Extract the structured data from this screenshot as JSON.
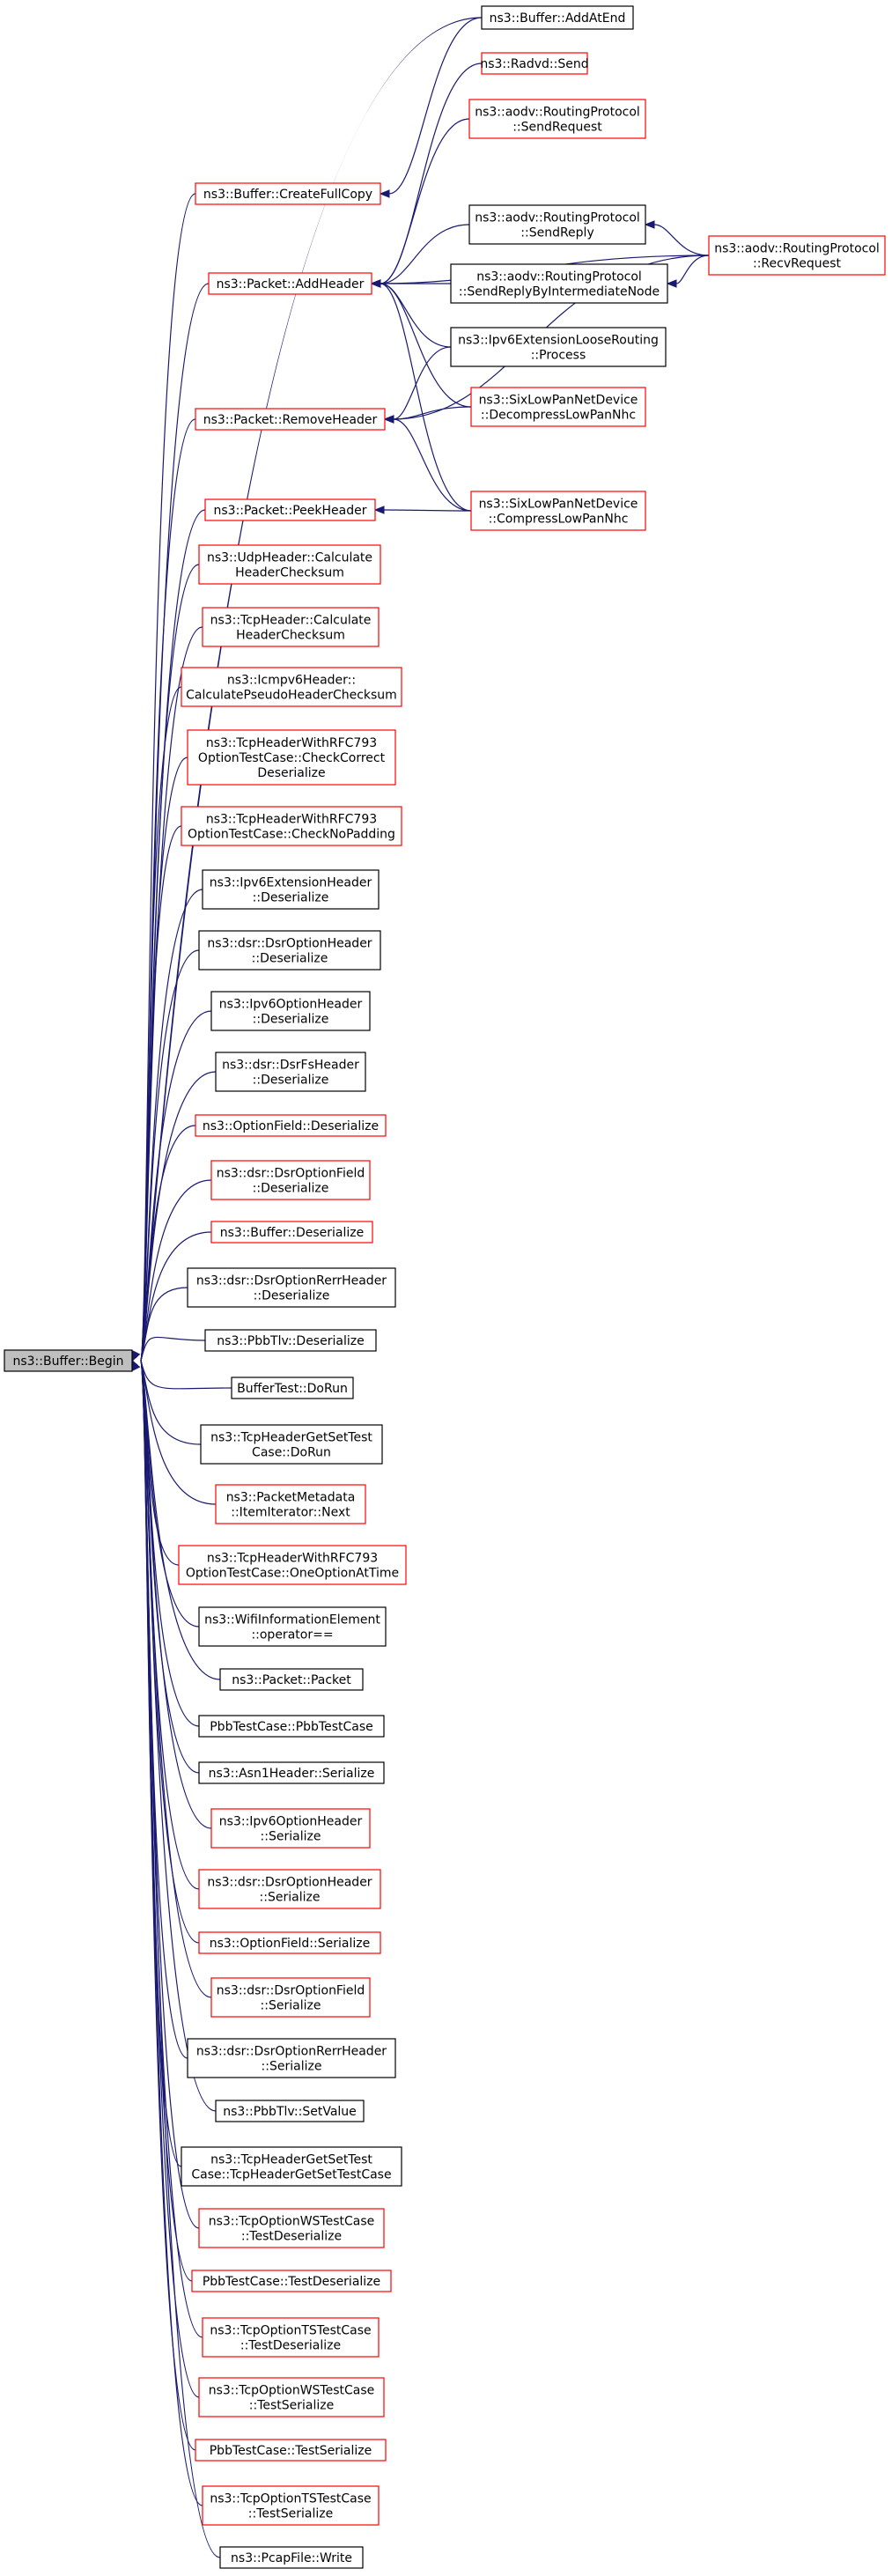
{
  "colors": {
    "edge": "#191970",
    "border_red": "#ff0000",
    "border_black": "#000000",
    "root_fill": "#bfbfbf"
  },
  "nodes": [
    {
      "id": "begin",
      "lines": [
        "ns3::Buffer::Begin"
      ],
      "border": "black",
      "root": true
    },
    {
      "id": "addatend",
      "lines": [
        "ns3::Buffer::AddAtEnd"
      ],
      "border": "black"
    },
    {
      "id": "radvd",
      "lines": [
        "ns3::Radvd::Send"
      ],
      "border": "red"
    },
    {
      "id": "sendrequest",
      "lines": [
        "ns3::aodv::RoutingProtocol",
        "::SendRequest"
      ],
      "border": "red"
    },
    {
      "id": "createfullcopy",
      "lines": [
        "ns3::Buffer::CreateFullCopy"
      ],
      "border": "red"
    },
    {
      "id": "sendreply",
      "lines": [
        "ns3::aodv::RoutingProtocol",
        "::SendReply"
      ],
      "border": "black"
    },
    {
      "id": "recvrequest",
      "lines": [
        "ns3::aodv::RoutingProtocol",
        "::RecvRequest"
      ],
      "border": "red"
    },
    {
      "id": "addheader",
      "lines": [
        "ns3::Packet::AddHeader"
      ],
      "border": "red"
    },
    {
      "id": "sendreplybyint",
      "lines": [
        "ns3::aodv::RoutingProtocol",
        "::SendReplyByIntermediateNode"
      ],
      "border": "black"
    },
    {
      "id": "ipv6extloose",
      "lines": [
        "ns3::Ipv6ExtensionLooseRouting",
        "::Process"
      ],
      "border": "black"
    },
    {
      "id": "removeheader",
      "lines": [
        "ns3::Packet::RemoveHeader"
      ],
      "border": "red"
    },
    {
      "id": "decompress",
      "lines": [
        "ns3::SixLowPanNetDevice",
        "::DecompressLowPanNhc"
      ],
      "border": "red"
    },
    {
      "id": "peekheader",
      "lines": [
        "ns3::Packet::PeekHeader"
      ],
      "border": "red"
    },
    {
      "id": "compress",
      "lines": [
        "ns3::SixLowPanNetDevice",
        "::CompressLowPanNhc"
      ],
      "border": "red"
    },
    {
      "id": "udpcalc",
      "lines": [
        "ns3::UdpHeader::Calculate",
        "HeaderChecksum"
      ],
      "border": "red"
    },
    {
      "id": "tcpcalc",
      "lines": [
        "ns3::TcpHeader::Calculate",
        "HeaderChecksum"
      ],
      "border": "red"
    },
    {
      "id": "icmpv6calc",
      "lines": [
        "ns3::Icmpv6Header::",
        "CalculatePseudoHeaderChecksum"
      ],
      "border": "red"
    },
    {
      "id": "checkcorrect",
      "lines": [
        "ns3::TcpHeaderWithRFC793",
        "OptionTestCase::CheckCorrect",
        "Deserialize"
      ],
      "border": "red"
    },
    {
      "id": "checknopadding",
      "lines": [
        "ns3::TcpHeaderWithRFC793",
        "OptionTestCase::CheckNoPadding"
      ],
      "border": "red"
    },
    {
      "id": "ipv6extdeser",
      "lines": [
        "ns3::Ipv6ExtensionHeader",
        "::Deserialize"
      ],
      "border": "black"
    },
    {
      "id": "dsroptheaderdeser",
      "lines": [
        "ns3::dsr::DsrOptionHeader",
        "::Deserialize"
      ],
      "border": "black"
    },
    {
      "id": "ipv6optdeser",
      "lines": [
        "ns3::Ipv6OptionHeader",
        "::Deserialize"
      ],
      "border": "black"
    },
    {
      "id": "dsrfsdeser",
      "lines": [
        "ns3::dsr::DsrFsHeader",
        "::Deserialize"
      ],
      "border": "black"
    },
    {
      "id": "optfielddeser",
      "lines": [
        "ns3::OptionField::Deserialize"
      ],
      "border": "red"
    },
    {
      "id": "dsroptfielddeser",
      "lines": [
        "ns3::dsr::DsrOptionField",
        "::Deserialize"
      ],
      "border": "red"
    },
    {
      "id": "bufferdeser",
      "lines": [
        "ns3::Buffer::Deserialize"
      ],
      "border": "red"
    },
    {
      "id": "dsrrerrdeser",
      "lines": [
        "ns3::dsr::DsrOptionRerrHeader",
        "::Deserialize"
      ],
      "border": "black"
    },
    {
      "id": "pbbtlvdeser",
      "lines": [
        "ns3::PbbTlv::Deserialize"
      ],
      "border": "black"
    },
    {
      "id": "buffertest",
      "lines": [
        "BufferTest::DoRun"
      ],
      "border": "black"
    },
    {
      "id": "tcpgetsetdorun",
      "lines": [
        "ns3::TcpHeaderGetSetTest",
        "Case::DoRun"
      ],
      "border": "black"
    },
    {
      "id": "pktmetanext",
      "lines": [
        "ns3::PacketMetadata",
        "::ItemIterator::Next"
      ],
      "border": "red"
    },
    {
      "id": "oneoption",
      "lines": [
        "ns3::TcpHeaderWithRFC793",
        "OptionTestCase::OneOptionAtTime"
      ],
      "border": "red"
    },
    {
      "id": "wifiinfo",
      "lines": [
        "ns3::WifiInformationElement",
        "::operator=="
      ],
      "border": "black"
    },
    {
      "id": "packetpacket",
      "lines": [
        "ns3::Packet::Packet"
      ],
      "border": "black"
    },
    {
      "id": "pbbtestcase",
      "lines": [
        "PbbTestCase::PbbTestCase"
      ],
      "border": "black"
    },
    {
      "id": "asn1ser",
      "lines": [
        "ns3::Asn1Header::Serialize"
      ],
      "border": "black"
    },
    {
      "id": "ipv6optser",
      "lines": [
        "ns3::Ipv6OptionHeader",
        "::Serialize"
      ],
      "border": "red"
    },
    {
      "id": "dsroptheaderser",
      "lines": [
        "ns3::dsr::DsrOptionHeader",
        "::Serialize"
      ],
      "border": "red"
    },
    {
      "id": "optfieldser",
      "lines": [
        "ns3::OptionField::Serialize"
      ],
      "border": "red"
    },
    {
      "id": "dsroptfieldser",
      "lines": [
        "ns3::dsr::DsrOptionField",
        "::Serialize"
      ],
      "border": "red"
    },
    {
      "id": "dsrrerrser",
      "lines": [
        "ns3::dsr::DsrOptionRerrHeader",
        "::Serialize"
      ],
      "border": "black"
    },
    {
      "id": "pbbtlvsetvalue",
      "lines": [
        "ns3::PbbTlv::SetValue"
      ],
      "border": "black"
    },
    {
      "id": "tcpgetsetctor",
      "lines": [
        "ns3::TcpHeaderGetSetTest",
        "Case::TcpHeaderGetSetTestCase"
      ],
      "border": "black"
    },
    {
      "id": "tcpwsdeser",
      "lines": [
        "ns3::TcpOptionWSTestCase",
        "::TestDeserialize"
      ],
      "border": "red"
    },
    {
      "id": "pbbtestdeser",
      "lines": [
        "PbbTestCase::TestDeserialize"
      ],
      "border": "red"
    },
    {
      "id": "tcptsdeser",
      "lines": [
        "ns3::TcpOptionTSTestCase",
        "::TestDeserialize"
      ],
      "border": "red"
    },
    {
      "id": "tcpwsser",
      "lines": [
        "ns3::TcpOptionWSTestCase",
        "::TestSerialize"
      ],
      "border": "red"
    },
    {
      "id": "pbbtestser",
      "lines": [
        "PbbTestCase::TestSerialize"
      ],
      "border": "red"
    },
    {
      "id": "tcptsser",
      "lines": [
        "ns3::TcpOptionTSTestCase",
        "::TestSerialize"
      ],
      "border": "red"
    },
    {
      "id": "pcapwrite",
      "lines": [
        "ns3::PcapFile::Write"
      ],
      "border": "black"
    }
  ],
  "edges": [
    {
      "from": "addatend",
      "to": "begin"
    },
    {
      "from": "createfullcopy",
      "to": "begin"
    },
    {
      "from": "addheader",
      "to": "begin"
    },
    {
      "from": "removeheader",
      "to": "begin"
    },
    {
      "from": "peekheader",
      "to": "begin"
    },
    {
      "from": "udpcalc",
      "to": "begin"
    },
    {
      "from": "tcpcalc",
      "to": "begin"
    },
    {
      "from": "icmpv6calc",
      "to": "begin"
    },
    {
      "from": "checkcorrect",
      "to": "begin"
    },
    {
      "from": "checknopadding",
      "to": "begin"
    },
    {
      "from": "ipv6extdeser",
      "to": "begin"
    },
    {
      "from": "dsroptheaderdeser",
      "to": "begin"
    },
    {
      "from": "ipv6optdeser",
      "to": "begin"
    },
    {
      "from": "dsrfsdeser",
      "to": "begin"
    },
    {
      "from": "optfielddeser",
      "to": "begin"
    },
    {
      "from": "dsroptfielddeser",
      "to": "begin"
    },
    {
      "from": "bufferdeser",
      "to": "begin"
    },
    {
      "from": "dsrrerrdeser",
      "to": "begin"
    },
    {
      "from": "pbbtlvdeser",
      "to": "begin"
    },
    {
      "from": "buffertest",
      "to": "begin"
    },
    {
      "from": "tcpgetsetdorun",
      "to": "begin"
    },
    {
      "from": "pktmetanext",
      "to": "begin"
    },
    {
      "from": "oneoption",
      "to": "begin"
    },
    {
      "from": "wifiinfo",
      "to": "begin"
    },
    {
      "from": "packetpacket",
      "to": "begin"
    },
    {
      "from": "pbbtestcase",
      "to": "begin"
    },
    {
      "from": "asn1ser",
      "to": "begin"
    },
    {
      "from": "ipv6optser",
      "to": "begin"
    },
    {
      "from": "dsroptheaderser",
      "to": "begin"
    },
    {
      "from": "optfieldser",
      "to": "begin"
    },
    {
      "from": "dsroptfieldser",
      "to": "begin"
    },
    {
      "from": "dsrrerrser",
      "to": "begin"
    },
    {
      "from": "pbbtlvsetvalue",
      "to": "begin"
    },
    {
      "from": "tcpgetsetctor",
      "to": "begin"
    },
    {
      "from": "tcpwsdeser",
      "to": "begin"
    },
    {
      "from": "pbbtestdeser",
      "to": "begin"
    },
    {
      "from": "tcptsdeser",
      "to": "begin"
    },
    {
      "from": "tcpwsser",
      "to": "begin"
    },
    {
      "from": "pbbtestser",
      "to": "begin"
    },
    {
      "from": "tcptsser",
      "to": "begin"
    },
    {
      "from": "pcapwrite",
      "to": "begin"
    },
    {
      "from": "addatend",
      "to": "createfullcopy"
    },
    {
      "from": "radvd",
      "to": "addheader"
    },
    {
      "from": "sendrequest",
      "to": "addheader"
    },
    {
      "from": "sendreply",
      "to": "addheader"
    },
    {
      "from": "sendreplybyint",
      "to": "addheader"
    },
    {
      "from": "ipv6extloose",
      "to": "addheader"
    },
    {
      "from": "decompress",
      "to": "addheader"
    },
    {
      "from": "compress",
      "to": "addheader"
    },
    {
      "from": "recvrequest",
      "to": "addheader"
    },
    {
      "from": "recvrequest",
      "to": "sendreply"
    },
    {
      "from": "recvrequest",
      "to": "sendreplybyint"
    },
    {
      "from": "ipv6extloose",
      "to": "removeheader"
    },
    {
      "from": "decompress",
      "to": "removeheader"
    },
    {
      "from": "compress",
      "to": "removeheader"
    },
    {
      "from": "recvrequest",
      "to": "removeheader"
    },
    {
      "from": "compress",
      "to": "peekheader"
    }
  ]
}
